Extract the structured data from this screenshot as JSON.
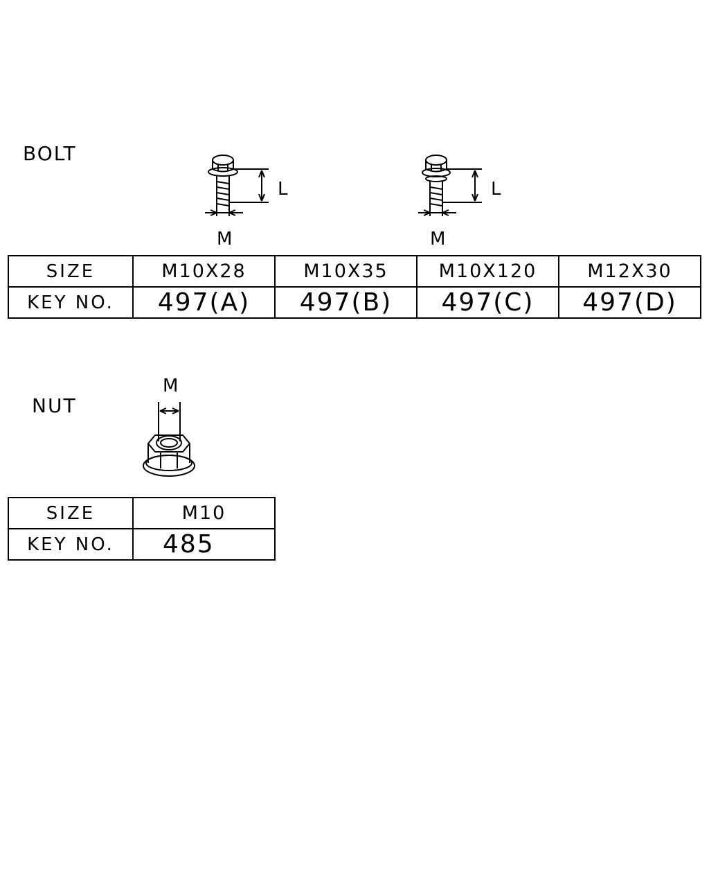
{
  "bolt": {
    "heading": "BOLT",
    "length_label": "L",
    "diameter_label": "M",
    "table": {
      "size_label": "SIZE",
      "key_label": "KEY NO.",
      "columns": [
        {
          "size": "M10X28",
          "key": "497(A)"
        },
        {
          "size": "M10X35",
          "key": "497(B)"
        },
        {
          "size": "M10X120",
          "key": "497(C)"
        },
        {
          "size": "M12X30",
          "key": "497(D)"
        }
      ]
    }
  },
  "nut": {
    "heading": "NUT",
    "diameter_label": "M",
    "table": {
      "size_label": "SIZE",
      "key_label": "KEY NO.",
      "size": "M10",
      "key": "485"
    }
  }
}
